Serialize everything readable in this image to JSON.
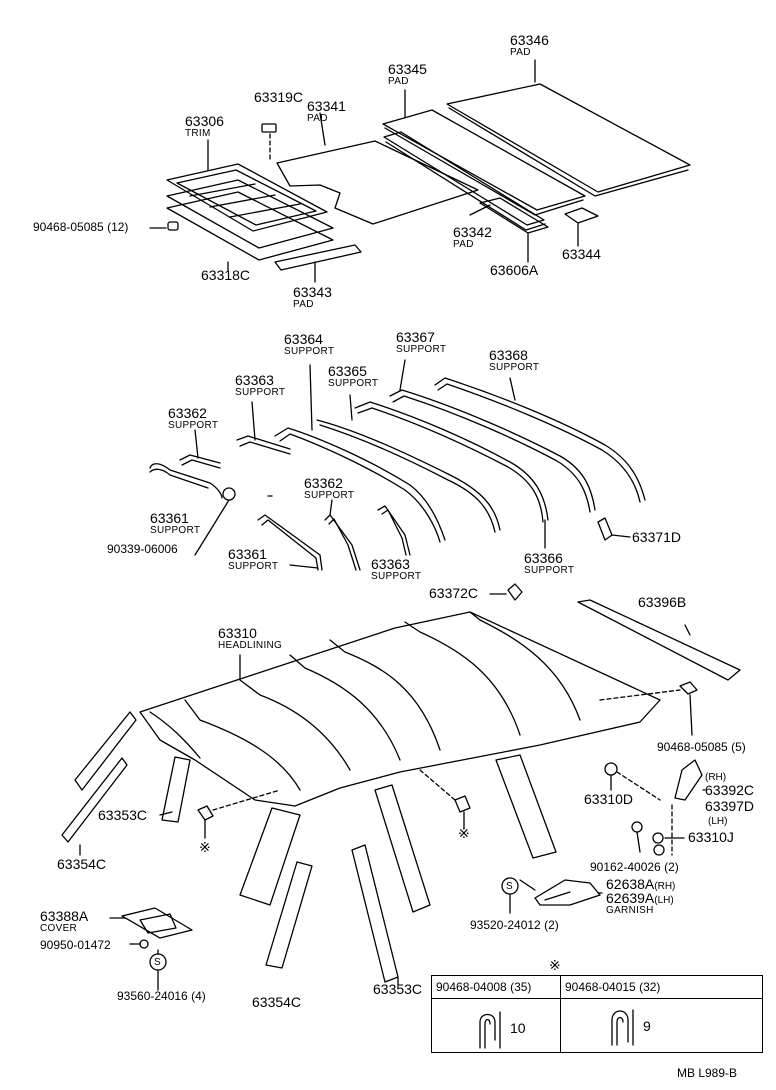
{
  "parts": {
    "p63346": {
      "num": "63346",
      "desc": "PAD"
    },
    "p63345": {
      "num": "63345",
      "desc": "PAD"
    },
    "p63319c": {
      "num": "63319C"
    },
    "p63341": {
      "num": "63341",
      "desc": "PAD"
    },
    "p63306": {
      "num": "63306",
      "desc": "TRIM"
    },
    "p90468_05085_12": {
      "num": "90468-05085 (12)"
    },
    "p63342": {
      "num": "63342",
      "desc": "PAD"
    },
    "p63344": {
      "num": "63344"
    },
    "p63606a": {
      "num": "63606A"
    },
    "p63318c": {
      "num": "63318C"
    },
    "p63343": {
      "num": "63343",
      "desc": "PAD"
    },
    "p63364": {
      "num": "63364",
      "desc": "SUPPORT"
    },
    "p63367": {
      "num": "63367",
      "desc": "SUPPORT"
    },
    "p63368": {
      "num": "63368",
      "desc": "SUPPORT"
    },
    "p63363a": {
      "num": "63363",
      "desc": "SUPPORT"
    },
    "p63365": {
      "num": "63365",
      "desc": "SUPPORT"
    },
    "p63362a": {
      "num": "63362",
      "desc": "SUPPORT"
    },
    "p63362b": {
      "num": "63362",
      "desc": "SUPPORT"
    },
    "p63361a": {
      "num": "63361",
      "desc": "SUPPORT"
    },
    "p90339_06006": {
      "num": "90339-06006"
    },
    "p63361b": {
      "num": "63361",
      "desc": "SUPPORT"
    },
    "p63363b": {
      "num": "63363",
      "desc": "SUPPORT"
    },
    "p63366": {
      "num": "63366",
      "desc": "SUPPORT"
    },
    "p63371d": {
      "num": "63371D"
    },
    "p63372c": {
      "num": "63372C"
    },
    "p63396b": {
      "num": "63396B"
    },
    "p63310": {
      "num": "63310",
      "desc": "HEADLINING"
    },
    "p90468_05085_5": {
      "num": "90468-05085 (5)"
    },
    "p63310d": {
      "num": "63310D"
    },
    "p63392c": {
      "num": "63392C",
      "side": "(RH)"
    },
    "p63397d": {
      "num": "63397D",
      "side": "(LH)"
    },
    "p63310j": {
      "num": "63310J"
    },
    "p90162_40026": {
      "num": "90162-40026 (2)"
    },
    "p62638a": {
      "num": "62638A",
      "side": "(RH)"
    },
    "p62639a": {
      "num": "62639A",
      "side": "(LH)"
    },
    "garnish": {
      "desc": "GARNISH"
    },
    "p93520_24012": {
      "num": "93520-24012 (2)"
    },
    "p63353c_a": {
      "num": "63353C"
    },
    "p63354c_a": {
      "num": "63354C"
    },
    "p63388a": {
      "num": "63388A",
      "desc": "COVER"
    },
    "p90950_01472": {
      "num": "90950-01472"
    },
    "p93560_24016": {
      "num": "93560-24016 (4)"
    },
    "p63354c_b": {
      "num": "63354C"
    },
    "p63353c_b": {
      "num": "63353C"
    }
  },
  "legend": {
    "marker": "※",
    "clip1": {
      "num": "90468-04008 (35)",
      "dim": "10"
    },
    "clip2": {
      "num": "90468-04015 (32)",
      "dim": "9"
    }
  },
  "markers": {
    "s": "S",
    "star": "※"
  },
  "footer": "MB L989-B"
}
